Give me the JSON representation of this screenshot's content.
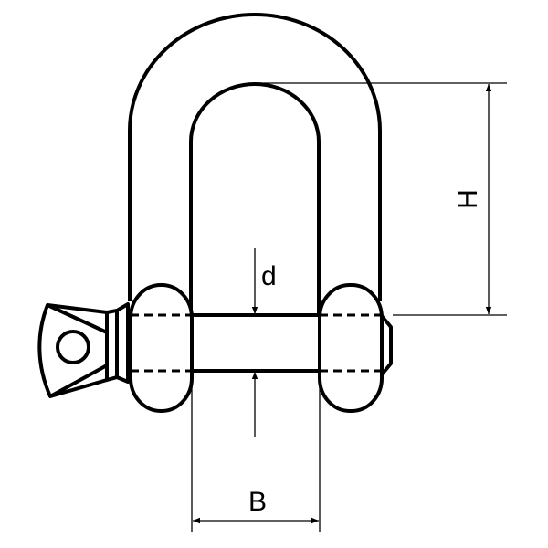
{
  "diagram": {
    "labels": {
      "height": "H",
      "diameter": "d",
      "width": "B"
    }
  }
}
